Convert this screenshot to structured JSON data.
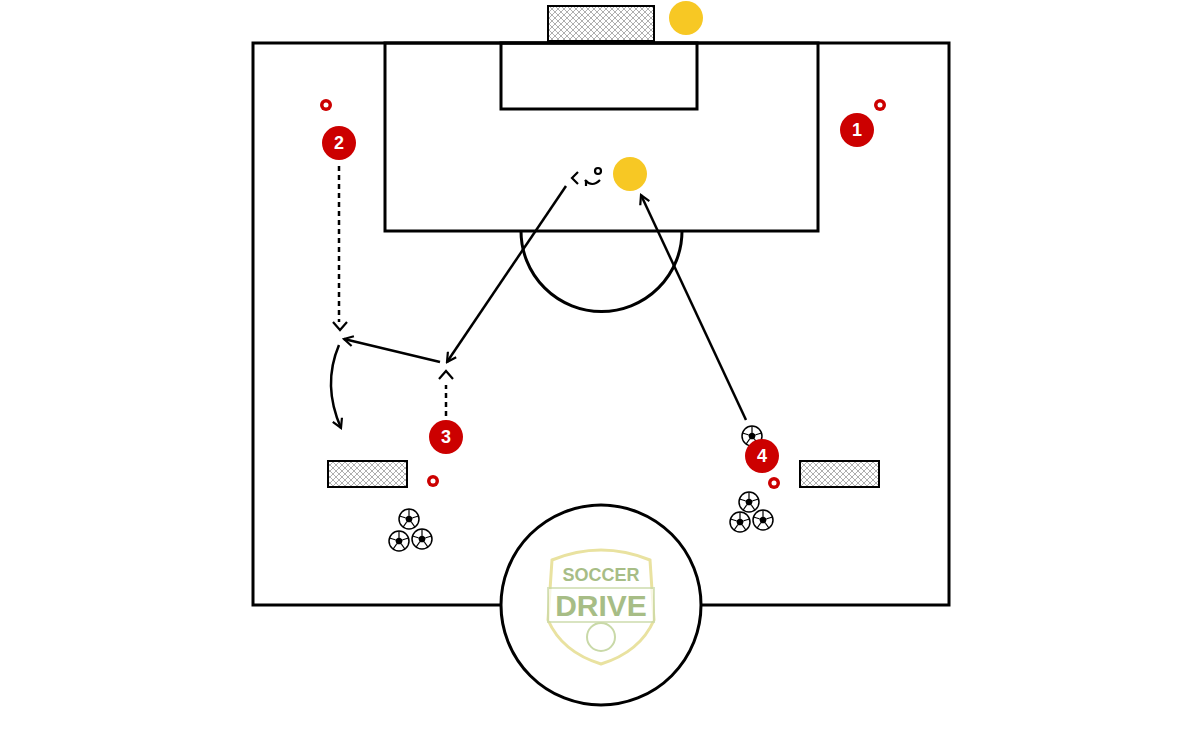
{
  "diagram": {
    "nodes": [
      {
        "text": [
          "1"
        ]
      },
      {
        "text": [
          "2"
        ]
      },
      {
        "text": [
          "3"
        ]
      },
      {
        "text": [
          "4"
        ]
      }
    ],
    "labels": [
      "SOCCER",
      "DRIVE"
    ]
  }
}
